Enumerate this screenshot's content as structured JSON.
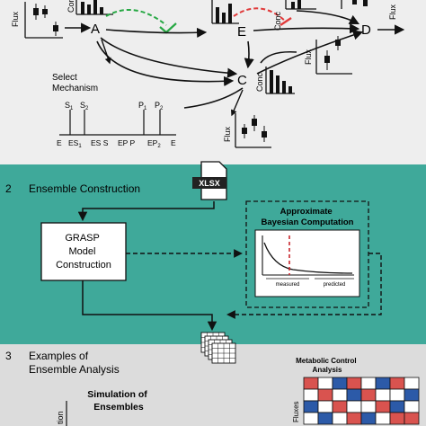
{
  "colors": {
    "panel1_bg": "#eeeeee",
    "panel2_bg": "#3fa99a",
    "panel3_bg": "#dcdcdc",
    "green_dash": "#27a844",
    "red_dash": "#e03a3a",
    "measured_line": "#c8282e",
    "heat_red": "#d9534f",
    "heat_blue": "#2c5aa8"
  },
  "panel1": {
    "nodes": {
      "a": "A",
      "c": "C",
      "d": "D",
      "e": "E"
    },
    "axis": {
      "flux": "Flux",
      "conc": "Conc"
    },
    "select_mechanism": [
      "Select",
      "Mechanism"
    ],
    "mechanism_top": [
      "S",
      "S",
      "P",
      "P"
    ],
    "mechanism_top_sub": [
      "1",
      "2",
      "1",
      "2"
    ],
    "mechanism_bottom": [
      "E",
      "ES",
      "ES S",
      "EP P",
      "EP",
      "E"
    ],
    "mechanism_bottom_sub": [
      "",
      "1",
      "1 2",
      "1 2",
      "2",
      ""
    ]
  },
  "panel2": {
    "number": "2",
    "title": "Ensemble Construction",
    "file_icon_label": "XLSX",
    "grasp_lines": [
      "GRASP",
      "Model",
      "Construction"
    ],
    "abc_lines": [
      "Approximate",
      "Bayesian Computation"
    ],
    "measured": "measured",
    "predicted": "predicted"
  },
  "panel3": {
    "number": "3",
    "title_lines": [
      "Examples of",
      "Ensemble Analysis"
    ],
    "mca_lines": [
      "Metabolic Control",
      "Analysis"
    ],
    "sim_lines": [
      "Simulation of",
      "Ensembles"
    ],
    "fluxes_label": "Fluxes",
    "cut_label": "tion"
  }
}
